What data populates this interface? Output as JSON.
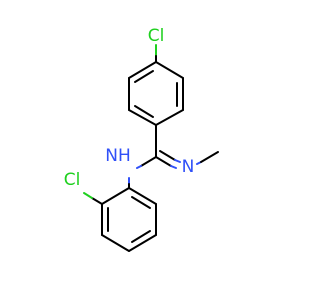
{
  "molecule": {
    "atoms": {
      "cl_top": "Cl",
      "cl_bottom": "Cl",
      "n_amine": "NH",
      "n_imine": "N"
    },
    "colors": {
      "bond": "#000000",
      "chlorine": "#1fd01f",
      "nitrogen": "#3050f8",
      "background": "#ffffff"
    }
  }
}
